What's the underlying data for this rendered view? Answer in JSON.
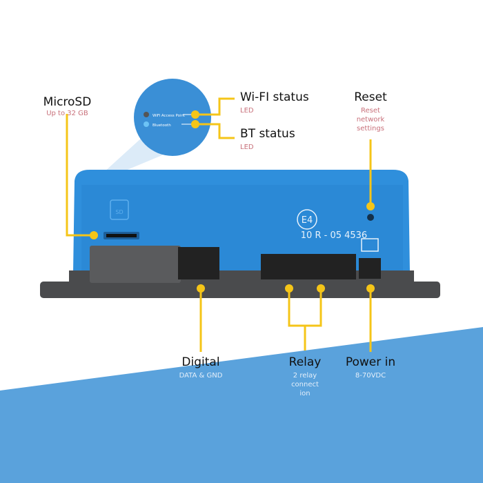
{
  "colors": {
    "accent_yellow": "#f5c518",
    "device_blue": "#2f8fdc",
    "base_dark": "#4a4b4d",
    "background_blue": "#5aa2dc",
    "sub_pink": "#c8707a"
  },
  "callouts": {
    "microsd": {
      "title": "MicroSD",
      "sub": "Up to 32 GB"
    },
    "wifi": {
      "title": "Wi-FI status",
      "sub": "LED"
    },
    "bt": {
      "title": "BT status",
      "sub": "LED"
    },
    "reset": {
      "title": "Reset",
      "sub": "Reset network settings"
    },
    "digital": {
      "title": "Digital",
      "sub": "DATA & GND"
    },
    "relay": {
      "title": "Relay",
      "sub": "2 relay connect ion"
    },
    "power": {
      "title": "Power in",
      "sub": "8-70VDC"
    }
  },
  "magnifier": {
    "wifi_led_label": "WiFi Access Point",
    "bt_led_label": "Bluetooth"
  },
  "device": {
    "approval_mark": "E4",
    "approval_number": "10 R - 05 4536",
    "sd_icon_text": "SD"
  }
}
